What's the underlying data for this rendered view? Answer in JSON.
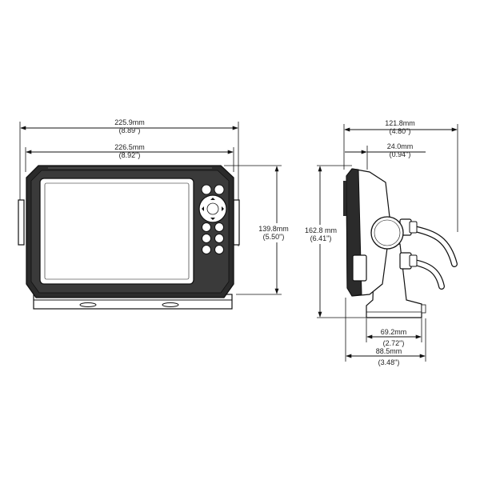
{
  "front_view": {
    "dim_overall_width": {
      "metric": "225.9mm",
      "imperial": "(8.89\")"
    },
    "dim_bezel_width": {
      "metric": "226.5mm",
      "imperial": "(8.92\")"
    },
    "dim_height": {
      "metric": "139.8mm",
      "imperial": "(5.50\")"
    }
  },
  "side_view": {
    "dim_overall_depth": {
      "metric": "121.8mm",
      "imperial": "(4.80\")"
    },
    "dim_bezel_depth": {
      "metric": "24.0mm",
      "imperial": "(0.94\")"
    },
    "dim_overall_height": {
      "metric": "162.8 mm",
      "imperial": "(6.41\")"
    },
    "dim_bracket_base": {
      "metric": "69.2mm",
      "imperial": "(2.72\")"
    },
    "dim_overall_base": {
      "metric": "88.5mm",
      "imperial": "(3.48\")"
    }
  },
  "colors": {
    "line": "#111111",
    "body_dark": "#2b2b2b",
    "screen_fill": "#ffffff"
  }
}
